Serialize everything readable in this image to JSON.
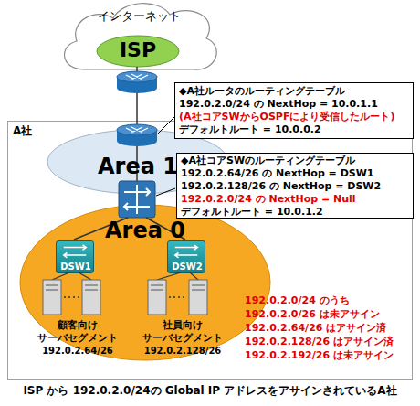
{
  "diagram": {
    "caption": "ISP から 192.0.2.0/24の Global IP アドレスをアサインされているA社",
    "nodes": [
      {
        "text": [
          "インターネット"
        ]
      },
      {
        "text": [
          "ISP"
        ],
        "in": 0
      },
      {
        "text": [
          "◆A社ルータのルーティングテーブル",
          "192.0.2.0/24 の NextHop = 10.0.1.1",
          "(A社コアSWからOSPFにより受信したルート)",
          "デフォルトルート = 10.0.0.2"
        ]
      },
      {
        "text": [
          "A社"
        ]
      },
      {
        "text": [
          "Area 1"
        ],
        "in": 3
      },
      {
        "text": [
          "◆A社コアSWのルーティングテーブル",
          "192.0.2.64/26 の NextHop = DSW1",
          "192.0.2.128/26 の NextHop = DSW2",
          "192.0.2.0/24 の NextHop = Null",
          "デフォルトルート = 10.0.1.2"
        ],
        "in": 3
      },
      {
        "text": [
          "Area 0"
        ],
        "in": 3
      },
      {
        "text": [
          "DSW1"
        ],
        "in": 6
      },
      {
        "text": [
          "DSW2"
        ],
        "in": 6
      }
    ],
    "labels": [
      "顧客向け サーバセグメント",
      "192.0.2.64/26",
      "社員向け サーバセグメント",
      "192.0.2.128/26",
      "192.0.2.0/24 のうち",
      "192.0.2.0/26 は未アサイン",
      "192.0.2.64/26 はアサイン済",
      "192.0.2.128/26 はアサイン済",
      "192.0.2.192/26 は未アサイン"
    ]
  }
}
